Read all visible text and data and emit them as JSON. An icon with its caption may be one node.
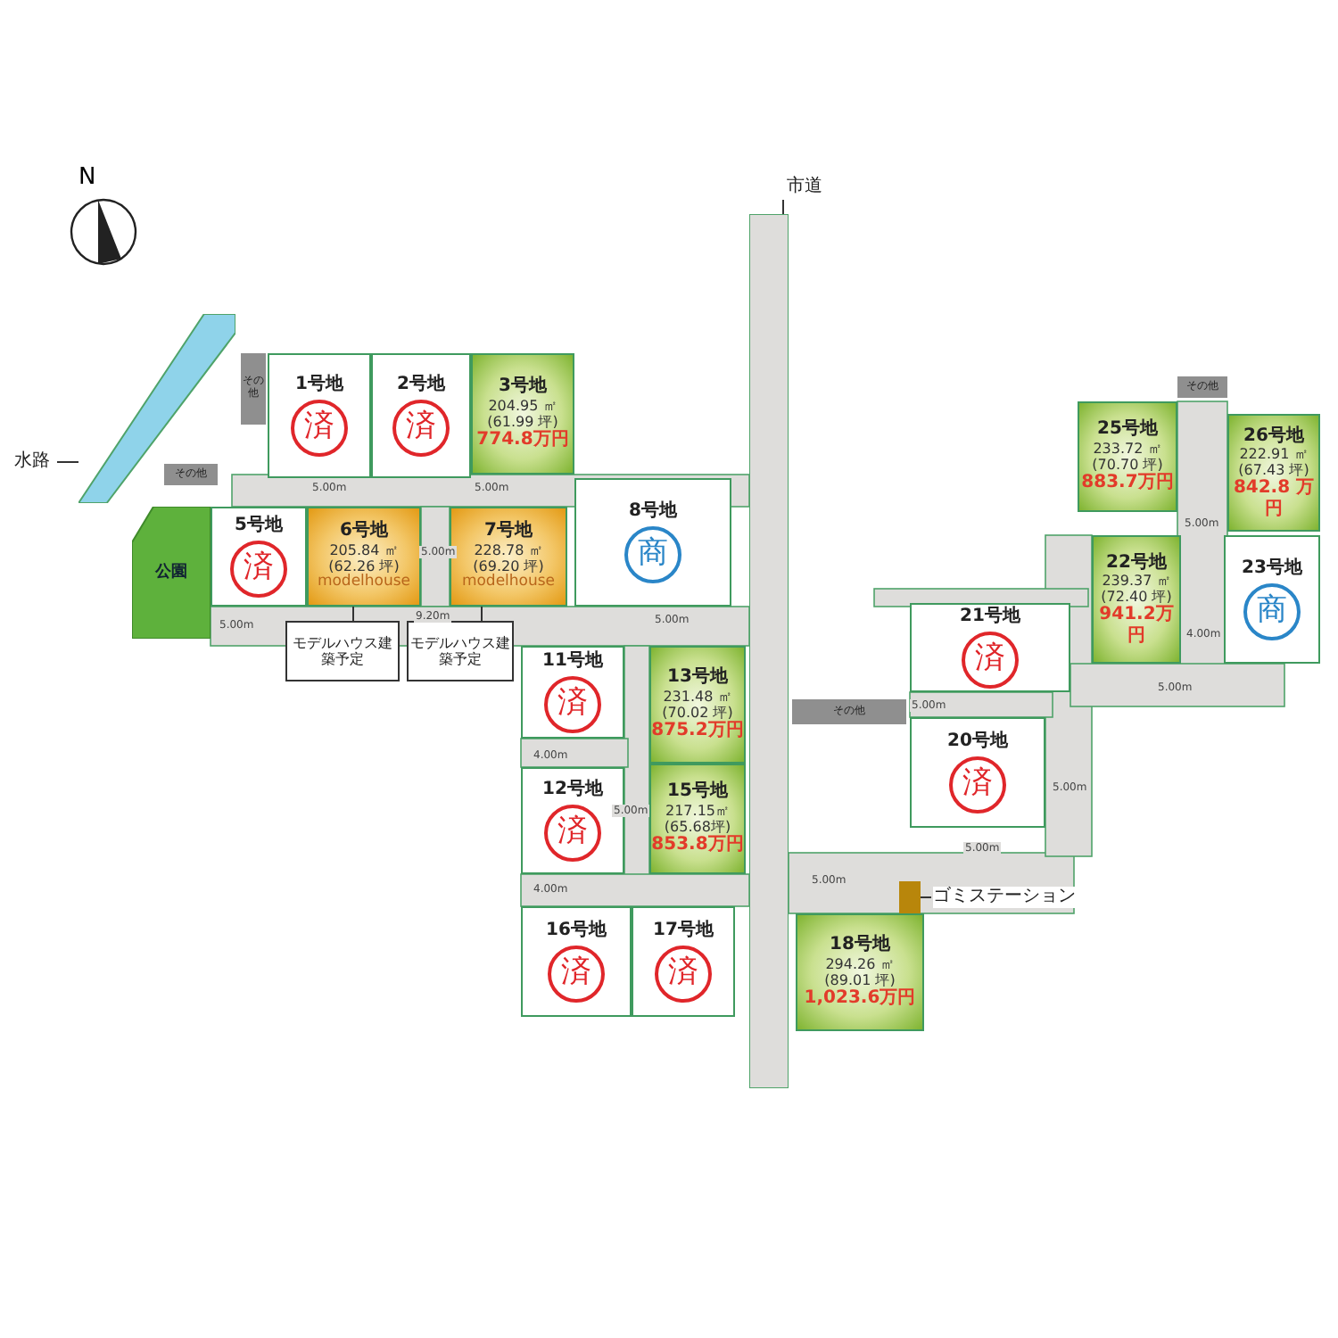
{
  "diagram": {
    "nodes": [
      {
        "text": [
          "1号地",
          "済"
        ]
      },
      {
        "text": [
          "2号地",
          "済"
        ]
      },
      {
        "text": [
          "3号地",
          "204.95 ㎡ (61.99 坪)",
          "774.8万円"
        ]
      },
      {
        "text": [
          "5号地",
          "済"
        ]
      },
      {
        "text": [
          "6号地",
          "205.84 ㎡ (62.26 坪)",
          "modelhouse"
        ]
      },
      {
        "text": [
          "7号地",
          "228.78 ㎡ (69.20 坪)",
          "modelhouse"
        ]
      },
      {
        "text": [
          "8号地",
          "商"
        ]
      },
      {
        "text": [
          "公園"
        ]
      },
      {
        "text": [
          "モデルハウス建築予定"
        ]
      },
      {
        "text": [
          "モデルハウス建築予定"
        ]
      },
      {
        "text": [
          "11号地",
          "済"
        ]
      },
      {
        "text": [
          "12号地",
          "済"
        ]
      },
      {
        "text": [
          "13号地",
          "231.48 ㎡ (70.02 坪)",
          "875.2万円"
        ]
      },
      {
        "text": [
          "15号地",
          "217.15㎡ (65.68坪)",
          "853.8万円"
        ]
      },
      {
        "text": [
          "16号地",
          "済"
        ]
      },
      {
        "text": [
          "17号地",
          "済"
        ]
      },
      {
        "text": [
          "18号地",
          "294.26 ㎡ (89.01 坪)",
          "1,023.6万円"
        ]
      },
      {
        "text": [
          "20号地",
          "済"
        ]
      },
      {
        "text": [
          "21号地",
          "済"
        ]
      },
      {
        "text": [
          "22号地",
          "239.37 ㎡ (72.40 坪)",
          "941.2万円"
        ]
      },
      {
        "text": [
          "23号地",
          "商"
        ]
      },
      {
        "text": [
          "25号地",
          "233.72 ㎡ (70.70 坪)",
          "883.7万円"
        ]
      },
      {
        "text": [
          "26号地",
          "222.91 ㎡ (67.43 坪)",
          "842.8 万円"
        ]
      },
      {
        "text": [
          "その他"
        ]
      },
      {
        "text": [
          "その他"
        ]
      },
      {
        "text": [
          "その他"
        ]
      },
      {
        "text": [
          "その他"
        ]
      },
      {
        "text": [
          "水路"
        ]
      },
      {
        "text": [],
        "shape": "bar"
      },
      {
        "text": [
          "市道"
        ]
      },
      {
        "text": [],
        "shape": "bar"
      },
      {
        "text": [
          "ゴミステーション"
        ]
      },
      {
        "text": [],
        "shape": "box"
      }
    ],
    "edges": [
      {
        "from": 8,
        "to": 4,
        "arrow": "none"
      },
      {
        "from": 9,
        "to": 5,
        "arrow": "none"
      },
      {
        "from": 27,
        "to": 28,
        "arrow": "none"
      },
      {
        "from": 29,
        "to": 30,
        "arrow": "none"
      },
      {
        "from": 31,
        "to": 32,
        "arrow": "none"
      }
    ],
    "labels": [
      "N",
      "5.00m",
      "5.00m",
      "5.00m",
      "9.20m",
      "5.00m",
      "5.00m",
      "4.00m",
      "5.00m",
      "4.00m",
      "5.00m",
      "4.00m",
      "5.00m",
      "5.00m",
      "5.00m",
      "5.00m",
      "5.00m"
    ]
  }
}
